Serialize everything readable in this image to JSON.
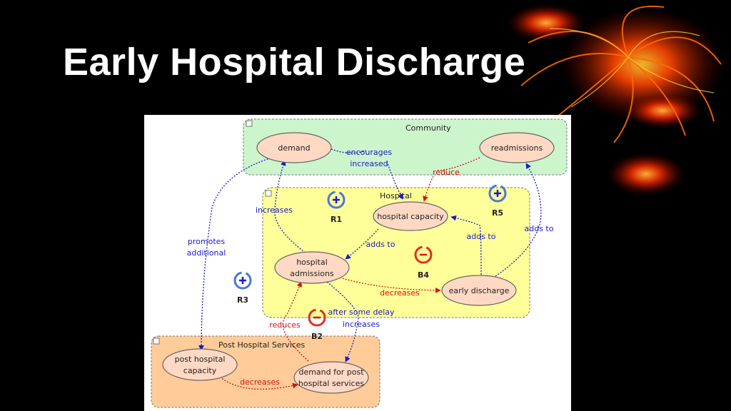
{
  "slide": {
    "title": "Early Hospital Discharge"
  },
  "groups": {
    "community": "Community",
    "hospital": "Hospital",
    "post": "Post Hospital Services"
  },
  "nodes": {
    "demand": "demand",
    "readmissions": "readmissions",
    "hospital_capacity": "hospital capacity",
    "hospital_admissions": [
      "hospital",
      "admissions"
    ],
    "early_discharge": "early discharge",
    "post_capacity": [
      "post hospital",
      "capacity"
    ],
    "demand_post": [
      "demand for post",
      "hospital services"
    ]
  },
  "links": {
    "encourages_increased": [
      "encourages",
      "increased"
    ],
    "reduce": "reduce",
    "increases": "increases",
    "promotes_additional": [
      "promotes",
      "additional"
    ],
    "adds_to_1": "adds to",
    "adds_to_2": "adds to",
    "adds_to_3": "adds to",
    "decreases_1": "decreases",
    "decreases_2": "decreases",
    "reduces": "reduces",
    "delay": [
      "after some delay",
      "increases"
    ]
  },
  "loops": {
    "r1": "R1",
    "r3": "R3",
    "r5": "R5",
    "b4": "B4",
    "b2": "B2"
  },
  "colors": {
    "background": "#000000",
    "community": "#ccf5cc",
    "hospital": "#ffff99",
    "post": "#ffcc99",
    "node": "#ffd9c4",
    "link_blue": "#1a1acc",
    "link_red": "#d81010"
  }
}
